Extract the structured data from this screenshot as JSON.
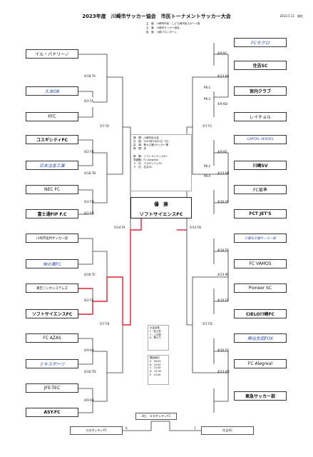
{
  "header": {
    "title": "2023年度　川崎市サッカー協会　市民トーナメントサッカー大会",
    "date": "2023.5.11　現在",
    "meta": [
      "主　催　川崎市市民・こども局市民スポーツ室",
      "主　管　川崎市サッカー協会",
      "後　援　川崎フロンターレ"
    ]
  },
  "left_teams": [
    {
      "name": "イル・パドリーノ",
      "style": ""
    },
    {
      "name": "久本OB",
      "style": "it"
    },
    {
      "name": "FFC",
      "style": ""
    },
    {
      "name": "コスギシティFC",
      "style": "hl"
    },
    {
      "name": "日本冶金工業",
      "style": "it"
    },
    {
      "name": "NEC FC",
      "style": ""
    },
    {
      "name": "富士通FIP F.C",
      "style": "hl"
    },
    {
      "name": "川崎市役所サッカー部",
      "style": "small"
    },
    {
      "name": "味の素FC",
      "style": "it"
    },
    {
      "name": "東芝ソシオシステムズ",
      "style": "small"
    },
    {
      "name": "ソフトサイエンスFC",
      "style": "hl"
    },
    {
      "name": "FC AZAS",
      "style": ""
    },
    {
      "name": "ミキスポーツ",
      "style": "it"
    },
    {
      "name": "JFE-TEC",
      "style": ""
    },
    {
      "name": "ASY.FC",
      "style": "hl"
    }
  ],
  "right_teams": [
    {
      "name": "FCモグロ",
      "style": "it"
    },
    {
      "name": "住吉SC",
      "style": "hl"
    },
    {
      "name": "宮内クラブ",
      "style": "hl"
    },
    {
      "name": "レイチョル",
      "style": ""
    },
    {
      "name": "CAPITAL HEROES",
      "style": "it small"
    },
    {
      "name": "川崎SV",
      "style": "hl"
    },
    {
      "name": "FC菊準",
      "style": ""
    },
    {
      "name": "FCT JET'S",
      "style": "hl"
    },
    {
      "name": "三菱化工機サッカー部",
      "style": "it small"
    },
    {
      "name": "FC VAMOS",
      "style": ""
    },
    {
      "name": "Pioneer SC",
      "style": ""
    },
    {
      "name": "CIELO川崎FC",
      "style": "hl"
    },
    {
      "name": "興治生田FOX",
      "style": "it"
    },
    {
      "name": "FC Alegreal",
      "style": ""
    },
    {
      "name": "東急サッカー部",
      "style": "hl"
    }
  ],
  "left_labels": {
    "r1": [
      "4/18 TA",
      "4/2 FA",
      "4/2 FB",
      "4/18 TB",
      "4/2 FD",
      "4/2 FD",
      "4/18 TC",
      "4/2 FE",
      "4/9 KA",
      "4/18 TD",
      "4/9 KB"
    ],
    "qf": [
      "5/7 FA",
      "5/7 FB"
    ],
    "sf": "5/14 FA"
  },
  "right_labels": {
    "r1": [
      "4/9 KC",
      "4/23 KA",
      "4/9 KD",
      "4/9 KE",
      "4/23 KB",
      "4/16 FA",
      "4/16 FB",
      "4/23 KC",
      "4/16 FC",
      "4/16 FD",
      "4/23 KD"
    ],
    "qf": [
      "5/7 FC",
      "5/7 FD"
    ],
    "sf": "5/14 FB"
  },
  "pk_labels": [
    "PK-2",
    "PK-3",
    "PK-2",
    "PK-4"
  ],
  "info": {
    "lines1": [
      "期　間：川崎市民大会",
      "日　程：2023年5月21日（日）",
      "会　場：等々力第1サッカー場",
      "時　間：未"
    ],
    "lines2": [
      "優　勝：ソフトサイエンスFC",
      "準優勝：FC Alegreal",
      "３　位：コスギシティFC",
      "３　位：住吉SC"
    ]
  },
  "winner": {
    "label": "優　勝",
    "team": "ソフトサイエンスFC"
  },
  "venue_box": {
    "title": "大会会場",
    "lines": [
      "F : 富士見",
      "T : 上平間",
      "K : 等々力"
    ]
  },
  "time_box": {
    "title": "開始時刻",
    "lines": [
      "A　09:00",
      "B　10:30",
      "C　12:00",
      "D　13:30",
      "E　15:00"
    ]
  },
  "third_place": {
    "label": "3位：コスギシティFC",
    "left_team": "コスギシティFC",
    "right_team": "住吉SC",
    "left_score": "0",
    "right_score": "1"
  }
}
